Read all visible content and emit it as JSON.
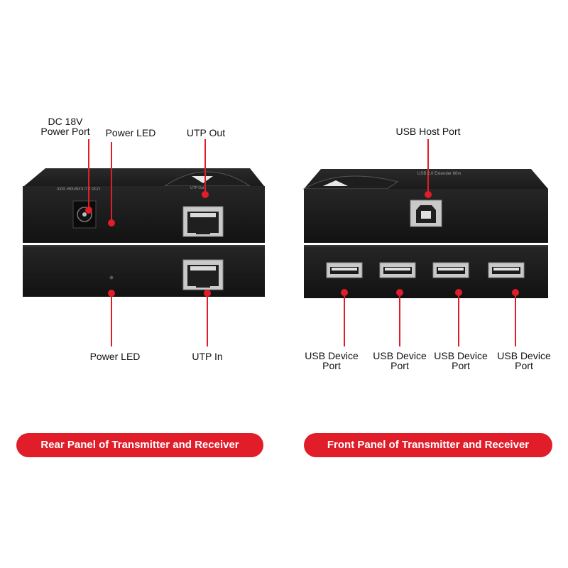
{
  "rear": {
    "labels": {
      "dc_power_line1": "DC 18V",
      "dc_power_line2": "Power Port",
      "power_led_top": "Power LED",
      "utp_out": "UTP Out",
      "power_led_bottom": "Power LED",
      "utp_in": "UTP In"
    },
    "caption": "Rear Panel of Transmitter and Receiver"
  },
  "front": {
    "labels": {
      "usb_host_port": "USB Host Port",
      "usb_device_line1": "USB Device",
      "usb_device_line2": "Port"
    },
    "caption": "Front Panel of Transmitter and Receiver"
  },
  "device_printing": {
    "model_text": "USB 2.0 Extender 60m",
    "top_mark": "UTP Out"
  },
  "colors": {
    "accent": "#e11d2a",
    "device_body": "#1a1a1a"
  }
}
